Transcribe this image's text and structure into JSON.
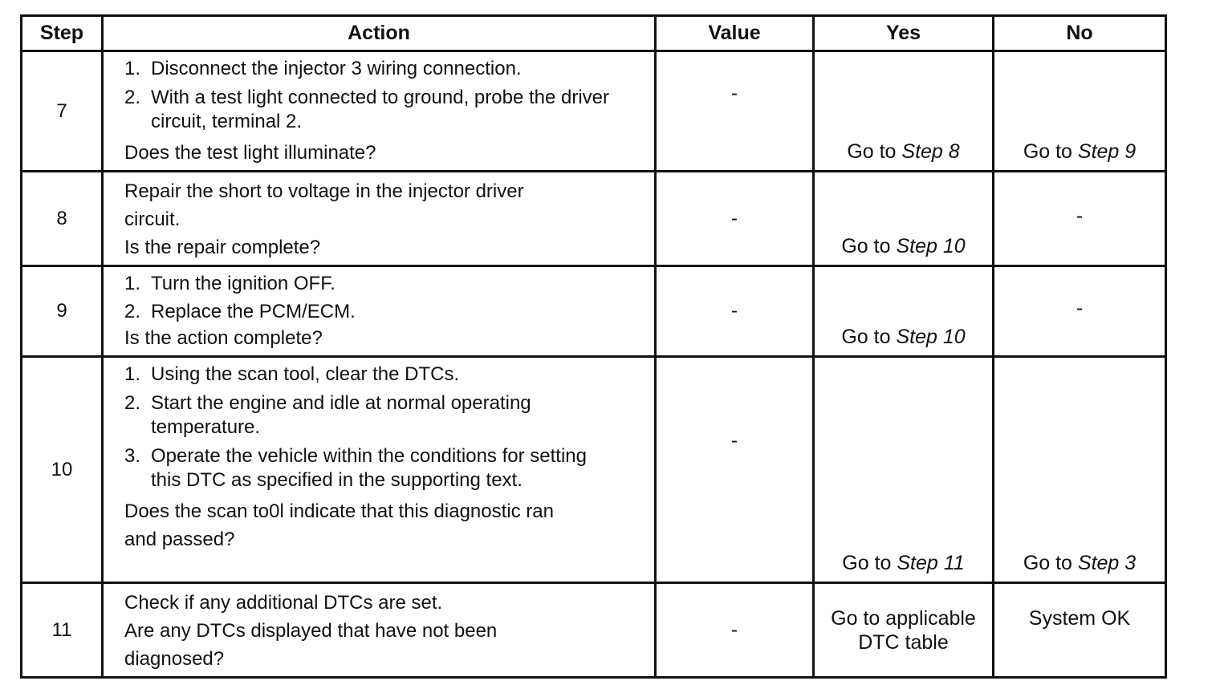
{
  "headers": {
    "step": "Step",
    "action": "Action",
    "value": "Value",
    "yes": "Yes",
    "no": "No"
  },
  "rows": [
    {
      "step": "7",
      "items": [
        {
          "num": "1.",
          "text": "Disconnect the injector 3 wiring connection."
        },
        {
          "num": "2.",
          "text": "With a test light connected to ground, probe the driver circuit, terminal 2."
        }
      ],
      "question": "Does the test light illuminate?",
      "value": "-",
      "yes_prefix": "Go to ",
      "yes_ref": "Step 8",
      "no_prefix": "Go to ",
      "no_ref": "Step 9"
    },
    {
      "step": "8",
      "lines": [
        "Repair the short to voltage in the injector driver",
        "circuit."
      ],
      "question": "Is the repair complete?",
      "value": "-",
      "yes_prefix": "Go to ",
      "yes_ref": "Step 10",
      "no": "-"
    },
    {
      "step": "9",
      "items": [
        {
          "num": "1.",
          "text": "Turn the ignition OFF."
        },
        {
          "num": "2.",
          "text": "Replace the PCM/ECM."
        }
      ],
      "question": "Is the action complete?",
      "value": "-",
      "yes_prefix": "Go to ",
      "yes_ref": "Step 10",
      "no": "-"
    },
    {
      "step": "10",
      "items": [
        {
          "num": "1.",
          "text": "Using the scan tool, clear the DTCs."
        },
        {
          "num": "2.",
          "text": "Start the engine and idle at normal operating temperature."
        },
        {
          "num": "3.",
          "text": "Operate the vehicle within the conditions for setting this DTC as specified in the supporting text."
        }
      ],
      "question_lines": [
        "Does the scan to0l indicate that this diagnostic ran",
        "and passed?"
      ],
      "value": "-",
      "yes_prefix": "Go to ",
      "yes_ref": "Step 11",
      "no_prefix": "Go to ",
      "no_ref": "Step 3"
    },
    {
      "step": "11",
      "lines": [
        "Check if any additional DTCs are set."
      ],
      "question_lines": [
        "Are any DTCs displayed that have not been",
        "diagnosed?"
      ],
      "value": "-",
      "yes_lines": [
        "Go to applicable",
        "DTC table"
      ],
      "no": "System OK"
    }
  ]
}
